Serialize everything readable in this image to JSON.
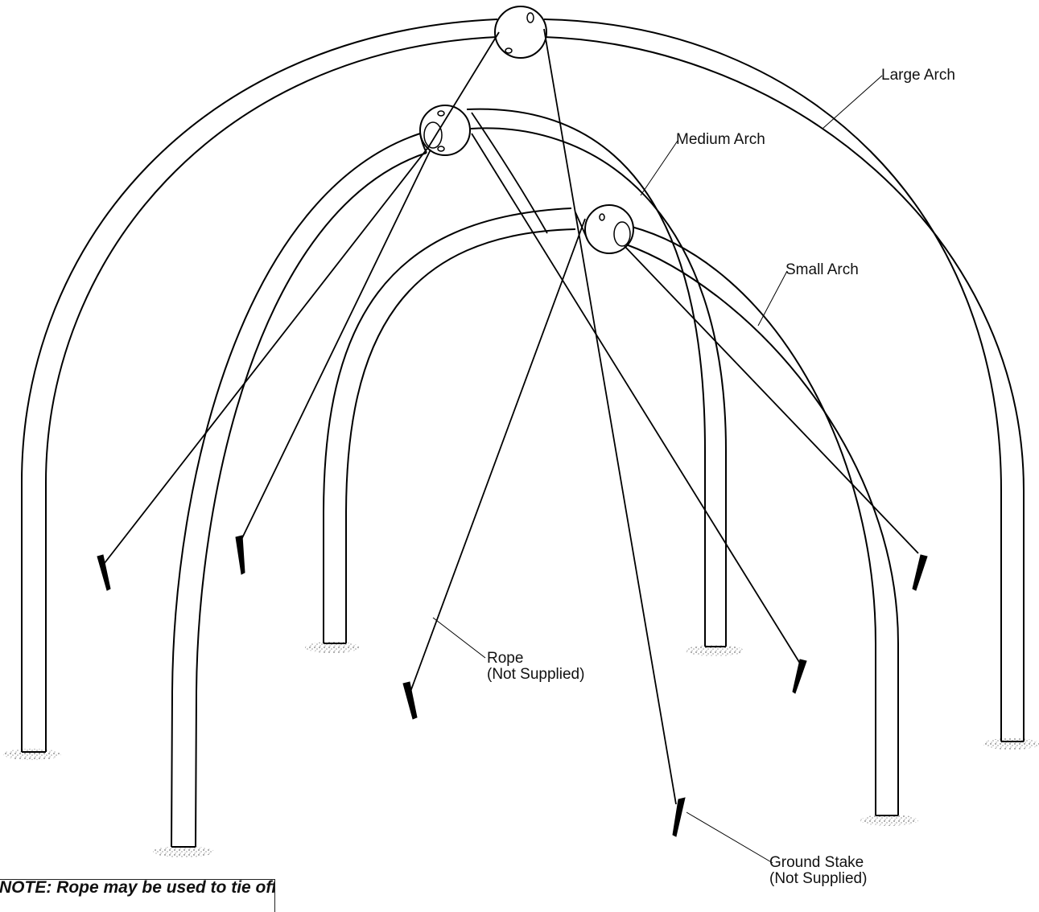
{
  "labels": {
    "large_arch": "Large Arch",
    "medium_arch": "Medium Arch",
    "small_arch": "Small Arch",
    "rope_line1": "Rope",
    "rope_line2": "(Not Supplied)",
    "stake_line1": "Ground Stake",
    "stake_line2": "(Not Supplied)"
  },
  "note": "NOTE: Rope may be used to tie off"
}
